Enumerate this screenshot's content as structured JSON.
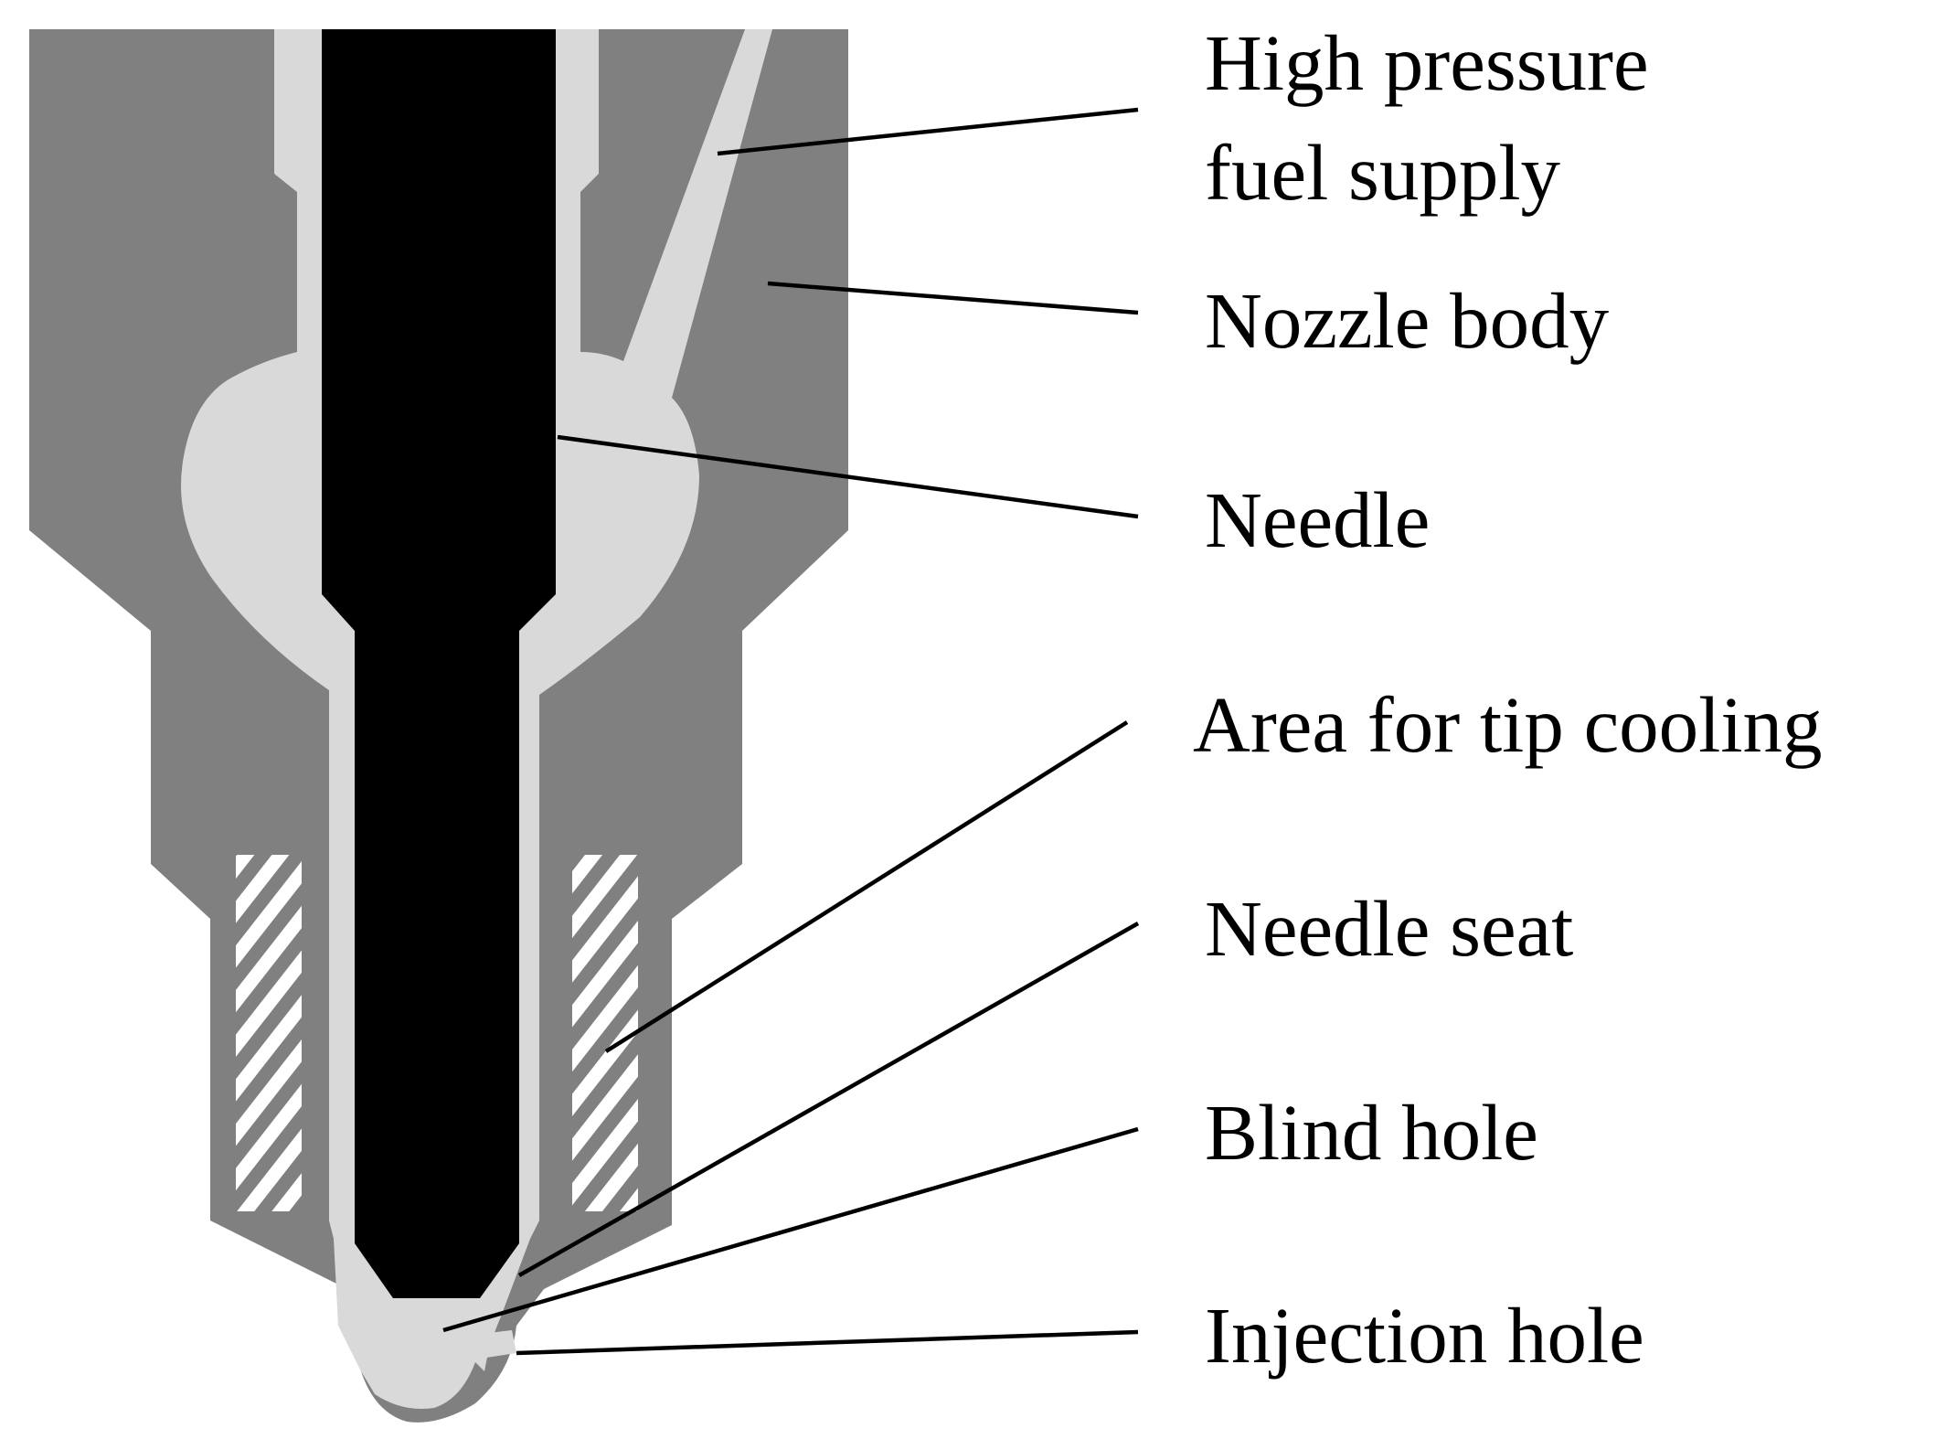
{
  "labels": {
    "fuel_supply_line1": "High pressure",
    "fuel_supply_line2": "fuel supply",
    "nozzle_body": "Nozzle body",
    "needle": "Needle",
    "tip_cooling": "Area for tip cooling",
    "needle_seat": "Needle seat",
    "blind_hole": "Blind hole",
    "injection_hole": "Injection hole"
  },
  "colors": {
    "nozzle_body": "#808080",
    "fuel_passage": "#d9d9d9",
    "needle": "#000000",
    "cooling_hatch": "#ffffff",
    "background": "#ffffff"
  }
}
